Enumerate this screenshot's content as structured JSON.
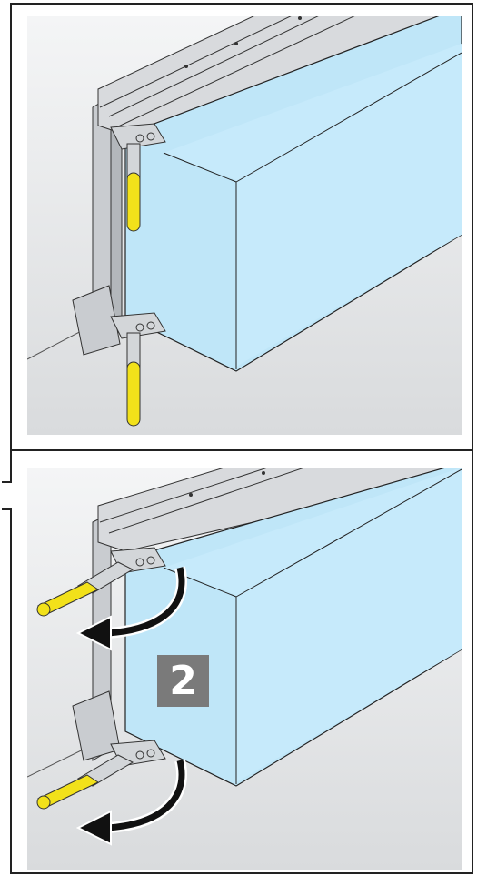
{
  "figure": {
    "step_number": "2",
    "colors": {
      "cabinet_blue": "#bfe6f8",
      "cabinet_front": "#c7ebfb",
      "rail_grey": "#d3d6d9",
      "handle_yellow": "#f2e11a",
      "background_grey": "#e8e9ea",
      "arrow_black": "#111111",
      "badge_grey": "#7a7a7a"
    },
    "panels": [
      {
        "state": "handles-down"
      },
      {
        "state": "handles-rotated-out"
      }
    ]
  }
}
